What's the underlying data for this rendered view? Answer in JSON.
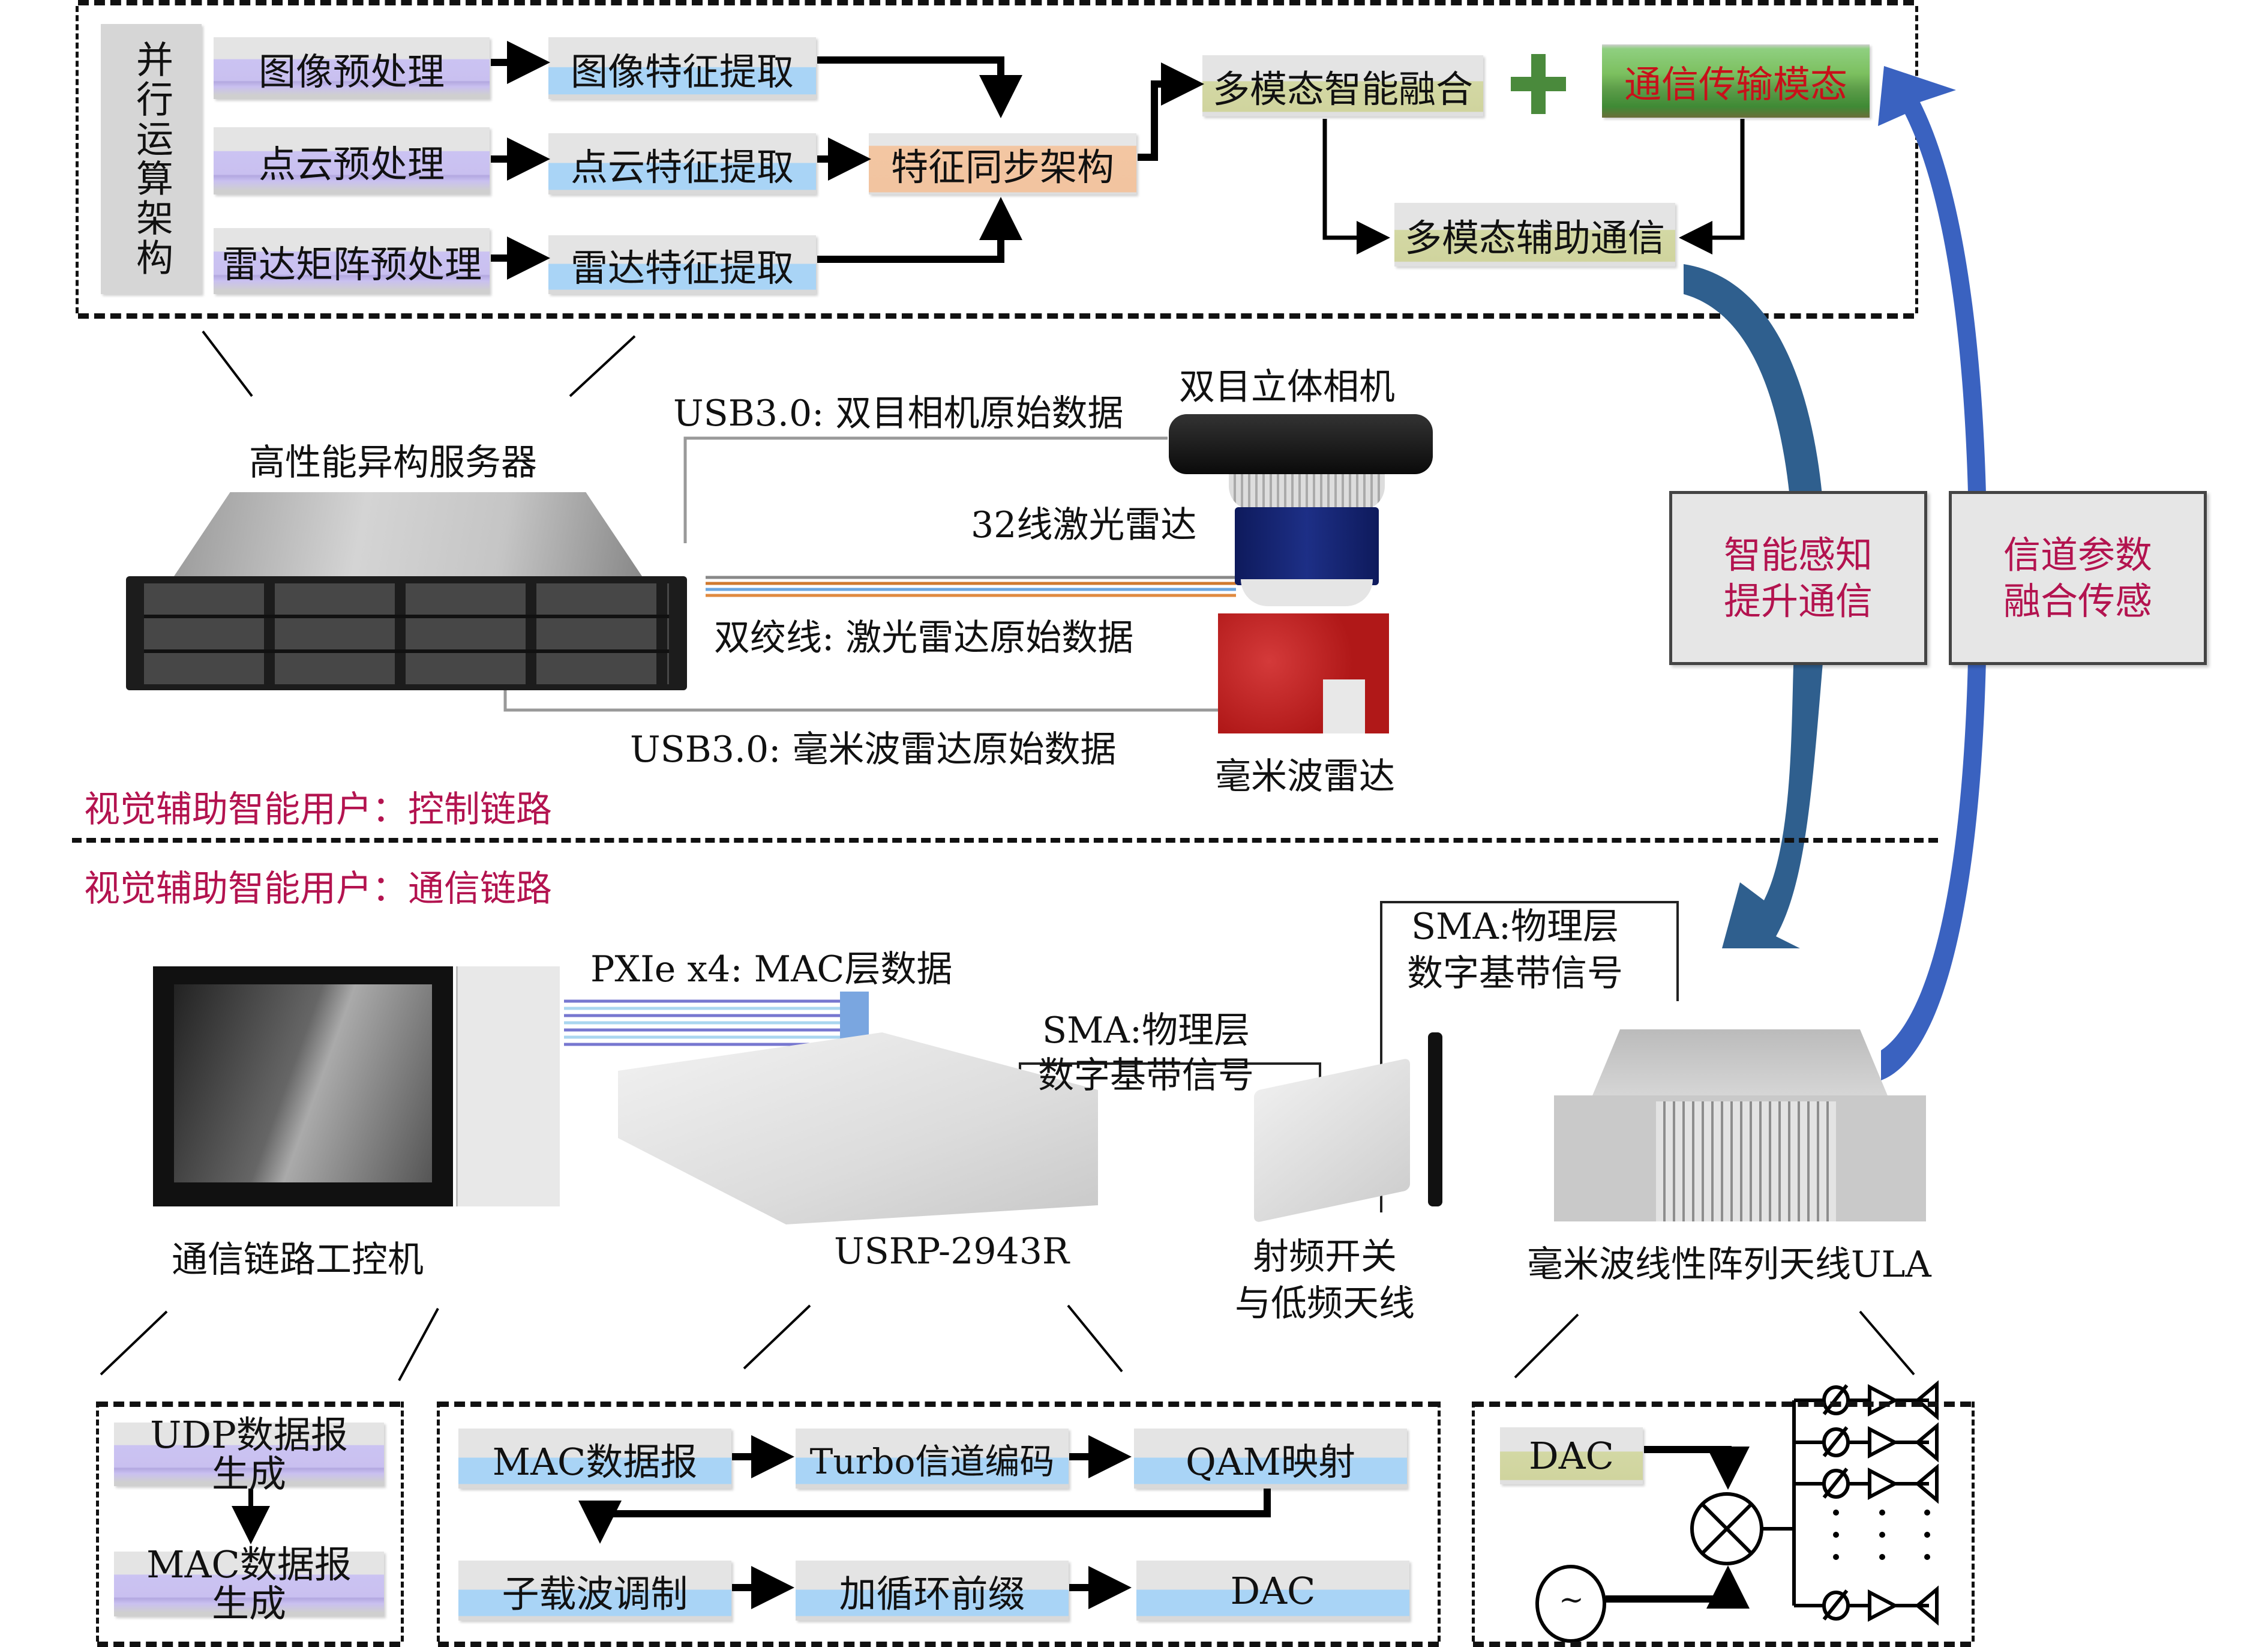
{
  "top_panel": {
    "parallel_arch_label": "并行运算架构",
    "preprocess": [
      "图像预处理",
      "点云预处理",
      "雷达矩阵预处理"
    ],
    "features": [
      "图像特征提取",
      "点云特征提取",
      "雷达特征提取"
    ],
    "sync_arch": "特征同步架构",
    "fusion": "多模态智能融合",
    "plus_symbol": "+",
    "comm_modal": "通信传输模态",
    "assist_comm": "多模态辅助通信"
  },
  "control_link": {
    "server_label": "高性能异构服务器",
    "usb_camera_label": "USB3.0: 双目相机原始数据",
    "camera_label": "双目立体相机",
    "lidar_label": "32线激光雷达",
    "twisted_pair_label": "双绞线: 激光雷达原始数据",
    "usb_radar_label": "USB3.0: 毫米波雷达原始数据",
    "mmwave_radar_label": "毫米波雷达",
    "section_title": "视觉辅助智能用户：控制链路"
  },
  "side_cards": {
    "left": [
      "智能感知",
      "提升通信"
    ],
    "right": [
      "信道参数",
      "融合传感"
    ]
  },
  "comm_link": {
    "section_title": "视觉辅助智能用户：通信链路",
    "pxie_label": "PXIe x4: MAC层数据",
    "sma_label_1": [
      "SMA:物理层",
      "数字基带信号"
    ],
    "sma_label_2": [
      "SMA:物理层",
      "数字基带信号"
    ],
    "ipc_label": "通信链路工控机",
    "usrp_label": "USRP-2943R",
    "rf_switch_label": [
      "射频开关",
      "与低频天线"
    ],
    "ula_label": "毫米波线性阵列天线ULA"
  },
  "bottom_panels": {
    "left_blocks": [
      [
        "UDP数据报",
        "生成"
      ],
      [
        "MAC数据报",
        "生成"
      ]
    ],
    "middle_row1": [
      "MAC数据报",
      "Turbo信道编码",
      "QAM映射"
    ],
    "middle_row2": [
      "子载波调制",
      "加循环前缀",
      "DAC"
    ],
    "right_dac": "DAC",
    "oscillator_symbol": "~",
    "antenna_dots": "⋮"
  },
  "colors": {
    "accent_red": "#b3134f",
    "arc_blue": "#3a62c0",
    "arc_dark": "#285a86"
  }
}
